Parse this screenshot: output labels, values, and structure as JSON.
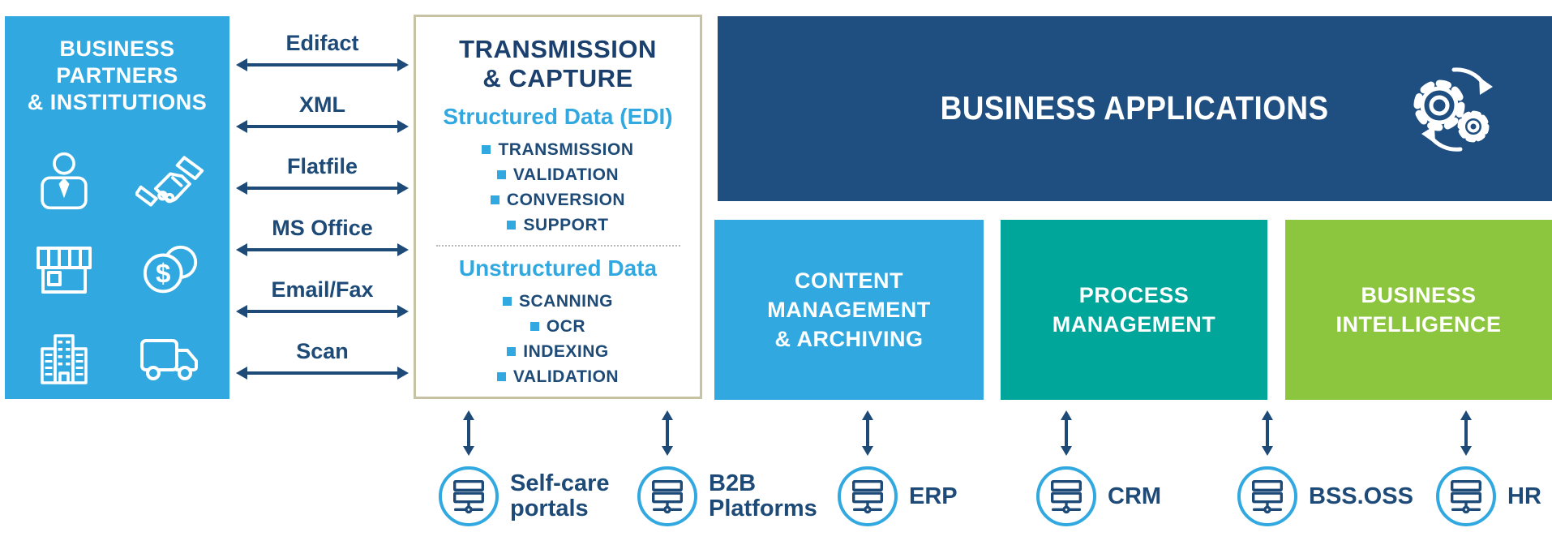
{
  "partners_panel": {
    "lines": [
      "BUSINESS",
      "PARTNERS",
      "& INSTITUTIONS"
    ],
    "icons": [
      "businessman-icon",
      "handshake-icon",
      "storefront-icon",
      "dollar-coins-icon",
      "office-building-icon",
      "truck-icon"
    ]
  },
  "channels": [
    "Edifact",
    "XML",
    "Flatfile",
    "MS Office",
    "Email/Fax",
    "Scan"
  ],
  "transmission_box": {
    "title_lines": [
      "TRANSMISSION",
      "& CAPTURE"
    ],
    "sections": [
      {
        "heading": "Structured Data (EDI)",
        "items": [
          "TRANSMISSION",
          "VALIDATION",
          "CONVERSION",
          "SUPPORT"
        ]
      },
      {
        "heading": "Unstructured Data",
        "items": [
          "SCANNING",
          "OCR",
          "INDEXING",
          "VALIDATION"
        ]
      }
    ]
  },
  "business_applications": {
    "title": "BUSINESS APPLICATIONS",
    "icon": "gears-sync-icon"
  },
  "application_boxes": [
    {
      "lines": [
        "CONTENT",
        "MANAGEMENT",
        "& ARCHIVING"
      ],
      "color": "#31a9e0"
    },
    {
      "lines": [
        "PROCESS",
        "MANAGEMENT"
      ],
      "color": "#00a699"
    },
    {
      "lines": [
        "BUSINESS",
        "INTELLIGENCE"
      ],
      "color": "#8cc63f"
    }
  ],
  "endpoints": [
    {
      "lines": [
        "Self-care",
        "portals"
      ],
      "icon": "server-icon"
    },
    {
      "lines": [
        "B2B",
        "Platforms"
      ],
      "icon": "server-icon"
    },
    {
      "lines": [
        "ERP"
      ],
      "icon": "server-icon"
    },
    {
      "lines": [
        "CRM"
      ],
      "icon": "server-icon"
    },
    {
      "lines": [
        "BSS.OSS"
      ],
      "icon": "server-icon"
    },
    {
      "lines": [
        "HR"
      ],
      "icon": "server-icon"
    }
  ],
  "colors": {
    "light_blue": "#31a9e0",
    "navy_box": "#1f4e80",
    "navy_text": "#1d4a77",
    "teal": "#00a699",
    "green": "#8cc63f",
    "capture_box_border": "#c6c3a4"
  }
}
